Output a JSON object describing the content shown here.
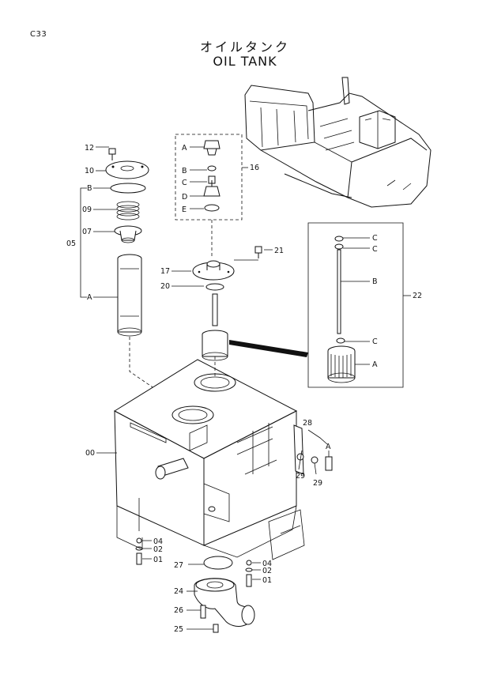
{
  "page_ref": "C33",
  "title_jp": "オイルタンク",
  "title_en": "OIL TANK",
  "callouts": {
    "c12": "12",
    "c10": "10",
    "c09": "09",
    "c07": "07",
    "c05": "05",
    "c05_B": "B",
    "c05_A": "A",
    "c16": "16",
    "c16_A": "A",
    "c16_B": "B",
    "c16_C": "C",
    "c16_D": "D",
    "c16_E": "E",
    "c21": "21",
    "c17": "17",
    "c20": "20",
    "c22": "22",
    "c22_C1": "C",
    "c22_C2": "C",
    "c22_B": "B",
    "c22_C3": "C",
    "c22_A": "A",
    "c00": "00",
    "c28": "28",
    "c28_A": "A",
    "c29a": "29",
    "c29b": "29",
    "c04a": "04",
    "c02a": "02",
    "c01a": "01",
    "c27": "27",
    "c04b": "04",
    "c02b": "02",
    "c01b": "01",
    "c24": "24",
    "c26": "26",
    "c25": "25"
  }
}
